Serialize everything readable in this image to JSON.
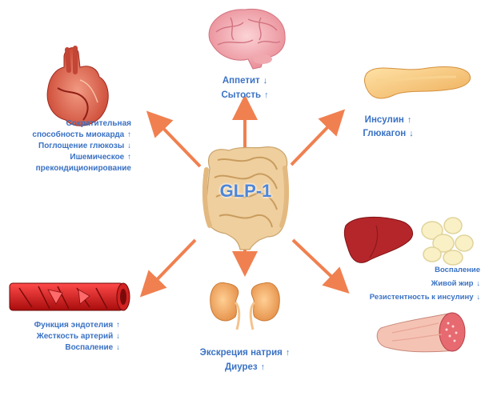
{
  "center": {
    "title": "GLP-1"
  },
  "colors": {
    "arrow": "#f08050",
    "text": "#3a72c4",
    "gut": "#ecc79a"
  },
  "icons": [
    "brain-icon",
    "heart-icon",
    "pancreas-icon",
    "gut-icon",
    "liver-icon",
    "fat-cells-icon",
    "kidneys-icon",
    "blood-vessel-icon",
    "muscle-icon",
    "arrow-up-icon",
    "arrow-down-icon"
  ],
  "brain": {
    "lines": [
      {
        "text": "Аппетит",
        "dir": "down"
      },
      {
        "text": "Сытость",
        "dir": "up"
      }
    ]
  },
  "heart": {
    "lines": [
      {
        "text": "Сократительная",
        "dir": ""
      },
      {
        "text": "способность миокарда",
        "dir": "up"
      },
      {
        "text": "Поглощение глюкозы",
        "dir": "down"
      },
      {
        "text": "Ишемическое",
        "dir": "up"
      },
      {
        "text": "прекондиционирование",
        "dir": ""
      }
    ]
  },
  "pancreas": {
    "lines": [
      {
        "text": "Инсулин",
        "dir": "up"
      },
      {
        "text": "Глюкагон",
        "dir": "down"
      }
    ]
  },
  "liver": {
    "lines": [
      {
        "text": "Воспаление",
        "dir": ""
      },
      {
        "text": "Живой жир",
        "dir": "down"
      },
      {
        "text": "Резистентность к инсулину",
        "dir": "down"
      }
    ]
  },
  "kidneys": {
    "lines": [
      {
        "text": "Экскреция натрия",
        "dir": "up"
      },
      {
        "text": "Диурез",
        "dir": "up"
      }
    ]
  },
  "vessel": {
    "lines": [
      {
        "text": "Функция эндотелия",
        "dir": "up"
      },
      {
        "text": "Жесткость артерий",
        "dir": "down"
      },
      {
        "text": "Воспаление",
        "dir": "down"
      }
    ]
  }
}
